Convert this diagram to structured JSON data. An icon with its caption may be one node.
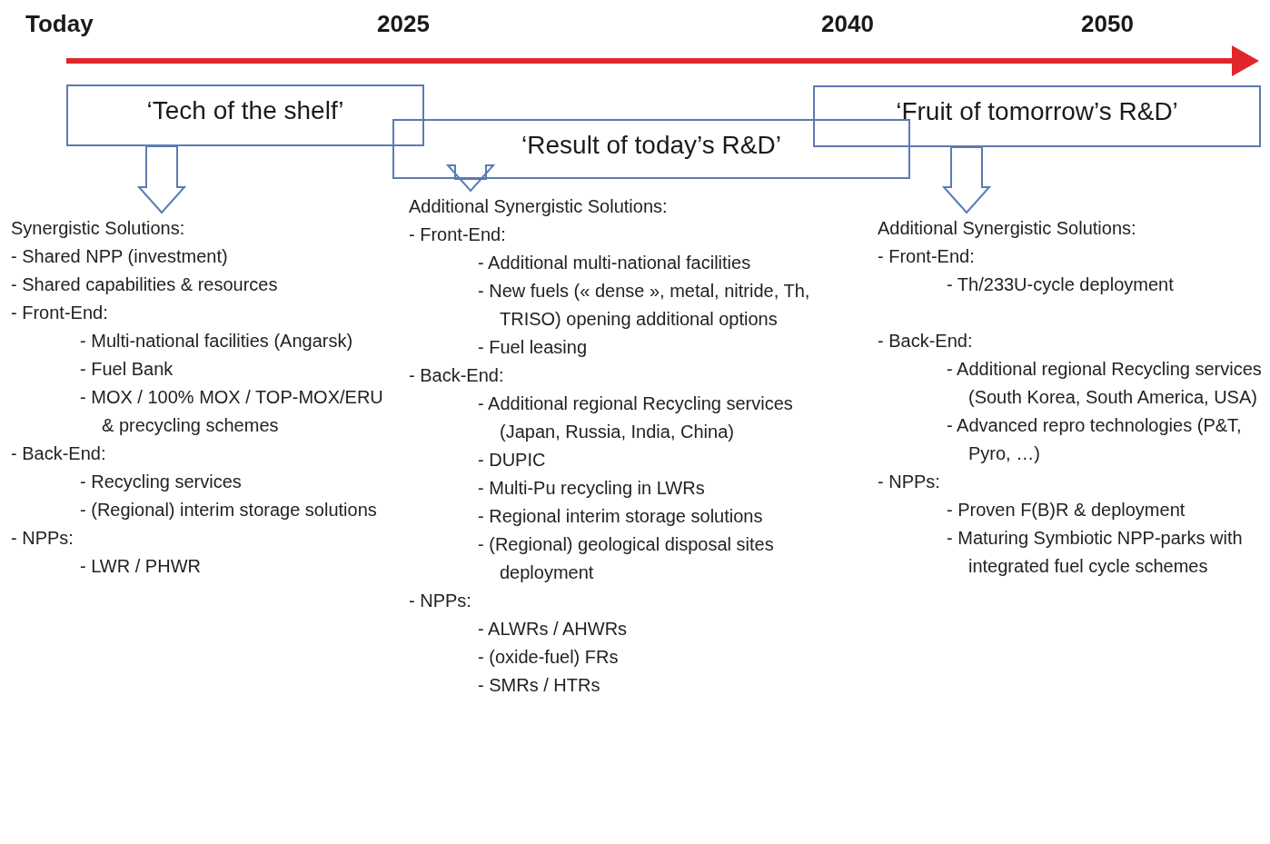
{
  "diagram": {
    "nodes": [
      {
        "text": [
          "‘Tech of the shelf’"
        ]
      },
      {
        "text": [
          "‘Result of today’s R&D’"
        ]
      },
      {
        "text": [
          "‘Fruit of tomorrow’s R&D’"
        ]
      },
      {
        "text": [
          "Synergistic Solutions:",
          "- Shared NPP (investment)",
          "- Shared capabilities & resources",
          "- Front-End:",
          "- Multi-national facilities (Angarsk)",
          "- Fuel Bank",
          "- MOX / 100% MOX / TOP-MOX/ERU & precycling schemes",
          "- Back-End:",
          "- Recycling services",
          "- (Regional) interim storage solutions",
          "- NPPs:",
          "- LWR / PHWR"
        ]
      },
      {
        "text": [
          "Additional Synergistic Solutions:",
          "- Front-End:",
          "- Additional multi-national facilities",
          "- New fuels (« dense », metal, nitride, Th, TRISO) opening additional options",
          "- Fuel leasing",
          "- Back-End:",
          "- Additional regional Recycling services (Japan, Russia, India, China)",
          "- DUPIC",
          "- Multi-Pu recycling in LWRs",
          "- Regional interim storage solutions",
          "- (Regional) geological disposal sites deployment",
          "- NPPs:",
          "- ALWRs / AHWRs",
          "- (oxide-fuel) FRs",
          "- SMRs / HTRs"
        ]
      },
      {
        "text": [
          "Additional Synergistic Solutions:",
          "- Front-End:",
          "- Th/233U-cycle deployment",
          "- Back-End:",
          "- Additional regional Recycling services (South Korea, South America, USA)",
          "- Advanced repro technologies (P&T, Pyro, …)",
          "- NPPs:",
          "- Proven F(B)R & deployment",
          "- Maturing Symbiotic NPP-parks with integrated fuel cycle schemes"
        ]
      }
    ],
    "edges": [
      {
        "from": 0,
        "to": 3,
        "arrow": "to"
      },
      {
        "from": 1,
        "to": 4,
        "arrow": "to"
      },
      {
        "from": 2,
        "to": 5,
        "arrow": "to"
      }
    ],
    "labels": [
      "Today",
      "2025",
      "2040",
      "2050"
    ]
  }
}
